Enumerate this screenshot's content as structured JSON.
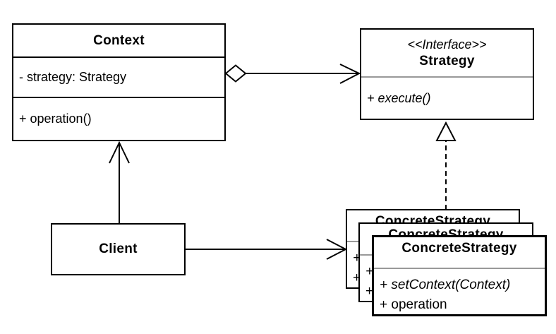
{
  "classes": {
    "context": {
      "name": "Context",
      "attributes": [
        "- strategy: Strategy"
      ],
      "operations": [
        "+ operation()"
      ]
    },
    "strategy": {
      "stereotype": "<<Interface>>",
      "name": "Strategy",
      "operations": [
        "+ execute()"
      ]
    },
    "client": {
      "name": "Client"
    },
    "concrete_strategy": {
      "name": "ConcreteStrategy",
      "operations": [
        "+ setContext(Context)",
        "+ operation"
      ],
      "stack_count": 3
    }
  },
  "relationships": [
    {
      "type": "aggregation",
      "from": "Context",
      "to": "Strategy",
      "marker_from": "open-diamond",
      "marker_to": "open-arrowhead",
      "line": "solid"
    },
    {
      "type": "realization",
      "from": "ConcreteStrategy",
      "to": "Strategy",
      "marker_to": "hollow-triangle",
      "line": "dashed"
    },
    {
      "type": "association",
      "from": "Client",
      "to": "Context",
      "marker_to": "open-arrowhead",
      "line": "solid"
    },
    {
      "type": "association",
      "from": "Client",
      "to": "ConcreteStrategy",
      "marker_to": "open-arrowhead",
      "line": "solid"
    }
  ],
  "colors": {
    "line": "#000000",
    "fill": "#ffffff",
    "separator": "#999999"
  }
}
